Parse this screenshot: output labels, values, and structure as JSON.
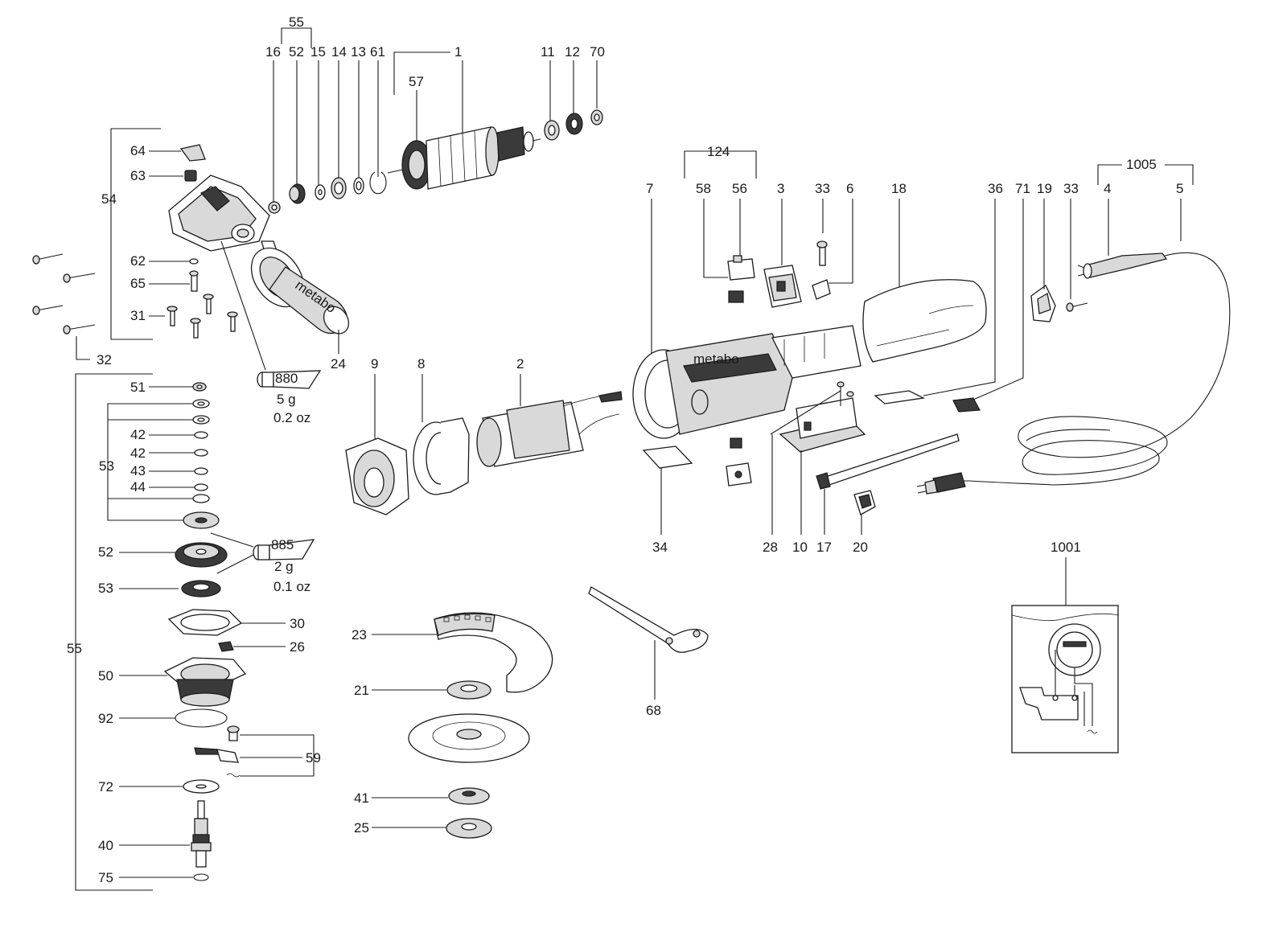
{
  "labels": {
    "p1": "1",
    "p2": "2",
    "p3": "3",
    "p4": "4",
    "p5": "5",
    "p6": "6",
    "p7": "7",
    "p8": "8",
    "p9": "9",
    "p10": "10",
    "p11": "11",
    "p12": "12",
    "p13": "13",
    "p14": "14",
    "p15": "15",
    "p16": "16",
    "p17": "17",
    "p18": "18",
    "p19": "19",
    "p20": "20",
    "p21": "21",
    "p23": "23",
    "p24": "24",
    "p25": "25",
    "p26": "26",
    "p28": "28",
    "p30": "30",
    "p31": "31",
    "p32": "32",
    "p33a": "33",
    "p33b": "33",
    "p34": "34",
    "p36": "36",
    "p40": "40",
    "p41": "41",
    "p42a": "42",
    "p42b": "42",
    "p43": "43",
    "p44": "44",
    "p50": "50",
    "p51": "51",
    "p52a": "52",
    "p52b": "52",
    "p53a": "53",
    "p53b": "53",
    "p54": "54",
    "p55a": "55",
    "p55b": "55",
    "p56": "56",
    "p57": "57",
    "p58": "58",
    "p59": "59",
    "p61": "61",
    "p62": "62",
    "p63": "63",
    "p64": "64",
    "p65": "65",
    "p68": "68",
    "p70": "70",
    "p71": "71",
    "p72": "72",
    "p75": "75",
    "p92": "92",
    "p124": "124",
    "p1001": "1001",
    "p1005": "1005"
  },
  "grease": {
    "g880": {
      "code": "880",
      "weight": "5 g",
      "weight_oz": "0.2 oz"
    },
    "g885": {
      "code": "885",
      "weight": "2 g",
      "weight_oz": "0.1 oz"
    }
  },
  "handle_logo": "metabo",
  "body_logo": "metabo",
  "colors": {
    "ink": "#1a1a1a",
    "shade": "#d9d9d9",
    "dark": "#3a3a3a"
  }
}
